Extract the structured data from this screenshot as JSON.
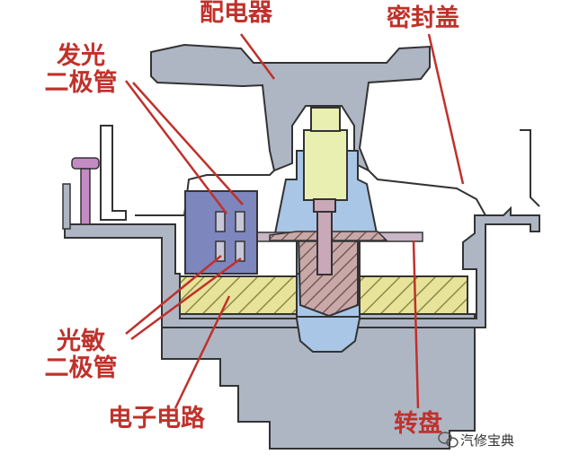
{
  "labels": {
    "distributor": "配电器",
    "seal_cover": "密封盖",
    "led_line1": "发光",
    "led_line2": "二极管",
    "photodiode_line1": "光敏",
    "photodiode_line2": "二极管",
    "circuit": "电子电路",
    "rotor_disk": "转盘"
  },
  "watermark": {
    "text": "汽修宝典",
    "icon": "wechat-icon"
  },
  "colors": {
    "label": "#c0312b",
    "housing": "#aeb6c4",
    "blue_part": "#a9c6e6",
    "sensor": "#7d86bd",
    "circuit": "#e8e39a",
    "shaft_top": "#e9efb0",
    "hatch": "#8a6a6a"
  }
}
